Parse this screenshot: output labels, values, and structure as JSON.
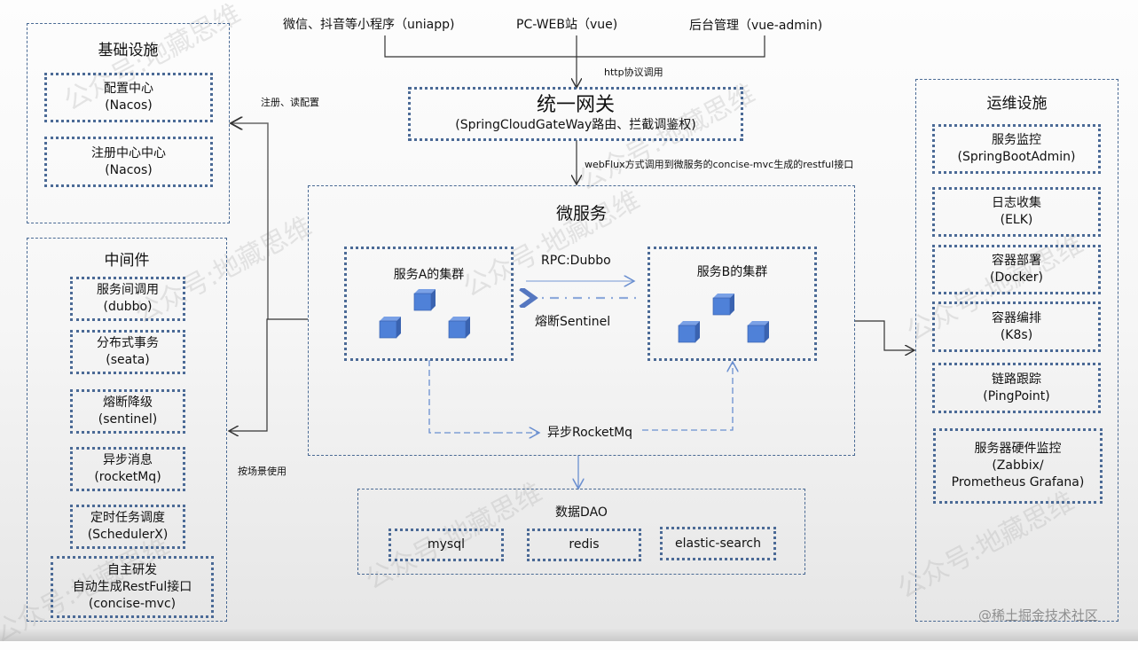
{
  "clients": [
    {
      "label": "微信、抖音等小程序（uniapp)"
    },
    {
      "label": "PC-WEB站（vue)"
    },
    {
      "label": "后台管理（vue-admin)"
    }
  ],
  "edge_labels": {
    "http": "http协议调用",
    "webflux": "webFlux方式调用到微服务的concise-mvc生成的restful接口",
    "register": "注册、读配置",
    "scenario": "按场景使用",
    "rpc": "RPC:Dubbo",
    "sentinel": "熔断Sentinel",
    "mq": "异步RocketMq"
  },
  "gateway": {
    "title": "统一网关",
    "subtitle": "(SpringCloudGateWay路由、拦截调鉴权)"
  },
  "infrastructure": {
    "title": "基础设施",
    "items": [
      {
        "line1": "配置中心",
        "line2": "(Nacos)"
      },
      {
        "line1": "注册中心中心",
        "line2": "(Nacos)"
      }
    ]
  },
  "middleware": {
    "title": "中间件",
    "items": [
      {
        "line1": "服务间调用",
        "line2": "(dubbo)"
      },
      {
        "line1": "分布式事务",
        "line2": "(seata)"
      },
      {
        "line1": "熔断降级",
        "line2": "(sentinel)"
      },
      {
        "line1": "异步消息",
        "line2": "(rocketMq)"
      },
      {
        "line1": "定时任务调度",
        "line2": "(SchedulerX)"
      },
      {
        "line1": "自主研发",
        "line2": "自动生成RestFul接口",
        "line3": "(concise-mvc)"
      }
    ]
  },
  "microservices": {
    "title": "微服务",
    "cluster_a": "服务A的集群",
    "cluster_b": "服务B的集群"
  },
  "data_dao": {
    "title": "数据DAO",
    "items": [
      "mysql",
      "redis",
      "elastic-search"
    ]
  },
  "ops": {
    "title": "运维设施",
    "items": [
      {
        "line1": "服务监控",
        "line2": "(SpringBootAdmin)"
      },
      {
        "line1": "日志收集",
        "line2": "(ELK)"
      },
      {
        "line1": "容器部署",
        "line2": "(Docker)"
      },
      {
        "line1": "容器编排",
        "line2": "(K8s)"
      },
      {
        "line1": "链路跟踪",
        "line2": "(PingPoint)"
      },
      {
        "line1": "服务器硬件监控",
        "line2": "(Zabbix/",
        "line3": "Prometheus Grafana)"
      }
    ]
  },
  "watermark": "公众号:地藏思维",
  "footer_credit": "@稀土掘金技术社区",
  "colors": {
    "box_border": "#4b6a96",
    "cube": "#4f81d8",
    "arrow_blue": "#6a8fd0"
  }
}
